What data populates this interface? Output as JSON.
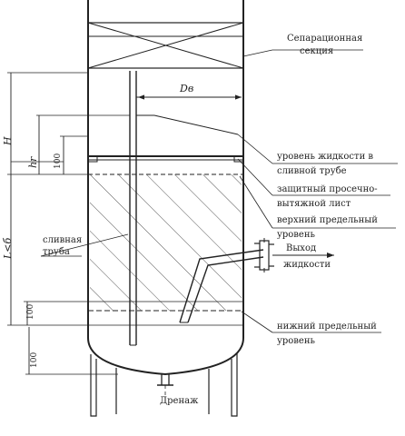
{
  "labels": {
    "separation_section": [
      "Сепарационная",
      "секция"
    ],
    "liquid_level_pipe": [
      "уровень жидкости в",
      "сливной трубе"
    ],
    "protective_sheet": [
      "защитный просечно-",
      "вытяжной лист"
    ],
    "upper_limit_level": [
      "верхний предельный",
      "уровень"
    ],
    "outlet": [
      "Выход",
      "жидкости"
    ],
    "drain_pipe": [
      "сливная",
      "труба"
    ],
    "lower_limit_level": [
      "нижний предельный",
      "уровень"
    ],
    "drain": "Дренаж"
  },
  "dimensions": {
    "diameter": "Dв",
    "H": "H",
    "hr": "hr",
    "L": "L<б",
    "d100_top": "100",
    "d100_mid": "100",
    "d100_bottom": "100"
  },
  "colors": {
    "ink": "#222222",
    "paper": "#ffffff"
  }
}
